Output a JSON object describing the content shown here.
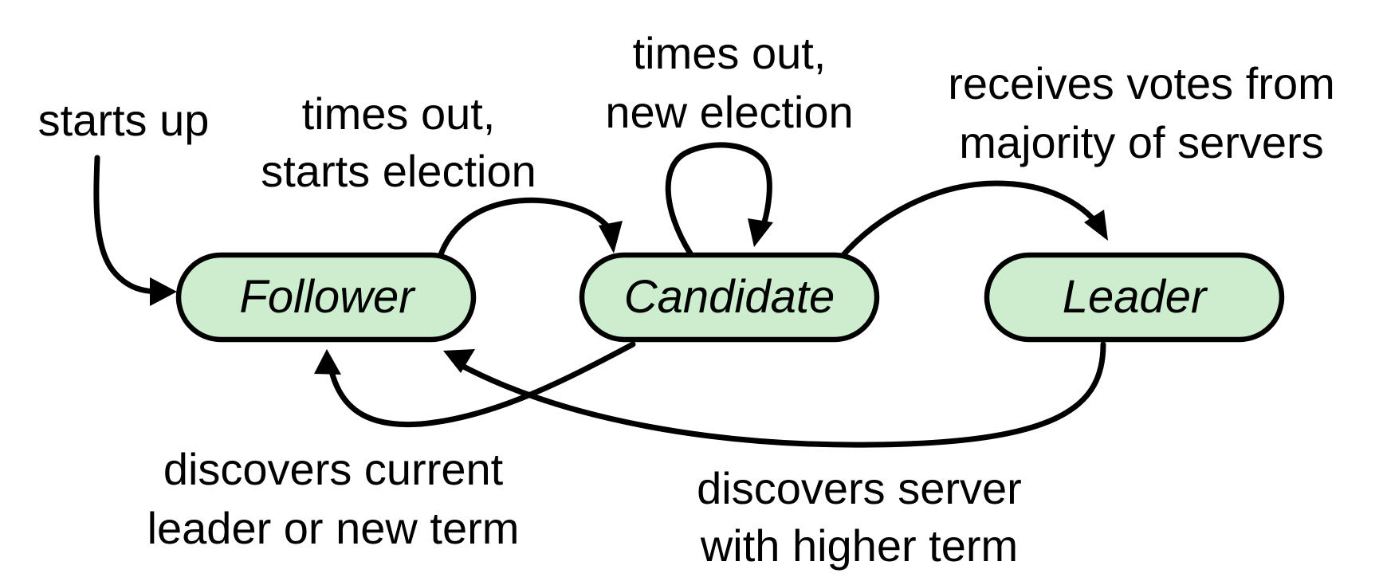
{
  "diagram": {
    "colors": {
      "node_fill": "#cdeece",
      "stroke": "#000000"
    },
    "nodes": {
      "follower": "Follower",
      "candidate": "Candidate",
      "leader": "Leader"
    },
    "labels": {
      "starts_up": [
        "starts up"
      ],
      "follower_timeout": [
        "times out,",
        "starts election"
      ],
      "candidate_timeout": [
        "times out,",
        "new election"
      ],
      "receives_votes": [
        "receives votes from",
        "majority of servers"
      ],
      "candidate_discovers": [
        "discovers current",
        "leader or new term"
      ],
      "leader_discovers": [
        "discovers server",
        "with higher term"
      ]
    }
  }
}
